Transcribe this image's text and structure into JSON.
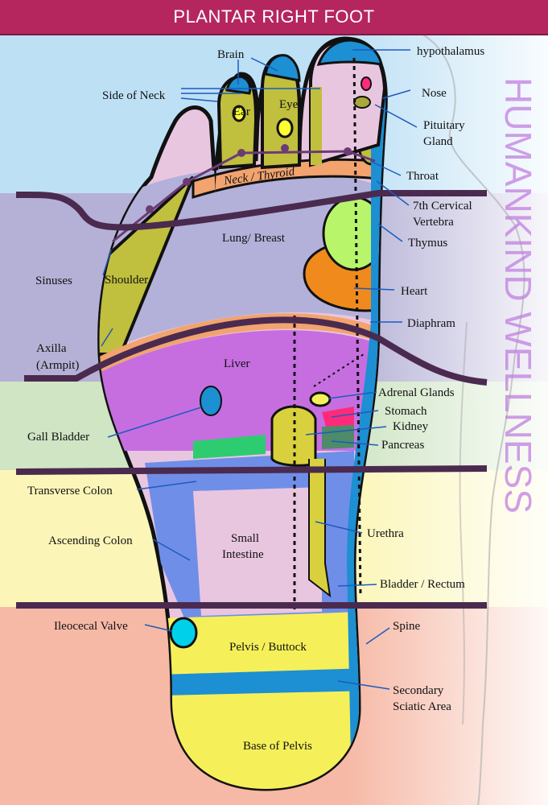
{
  "title": "PLANTAR RIGHT FOOT",
  "watermark": "HUMANKIND WELLNESS",
  "zones": {
    "head": "#bde0f5",
    "chest": "#b5b1d6",
    "waist": "#cfe5c4",
    "pelvis_upper": "#fbf6b8",
    "pelvis_lower": "#f6b9a6"
  },
  "labels": {
    "brain": "Brain",
    "hypothalamus": "hypothalamus",
    "side_of_neck": "Side of Neck",
    "nose": "Nose",
    "ear": "Ear",
    "eye": "Eye",
    "pituitary_line1": "Pituitary",
    "pituitary_line2": "Gland",
    "throat": "Throat",
    "neck_thyroid": "Neck / Thyroid",
    "cervical_line1": "7th Cervical",
    "cervical_line2": "Vertebra",
    "lung_breast": "Lung/ Breast",
    "thymus": "Thymus",
    "sinuses": "Sinuses",
    "shoulder": "Shoulder",
    "heart": "Heart",
    "diaphram": "Diaphram",
    "axilla_line1": "Axilla",
    "axilla_line2": "(Armpit)",
    "liver": "Liver",
    "adrenal_glands": "Adrenal Glands",
    "stomach": "Stomach",
    "kidney": "Kidney",
    "gall_bladder": "Gall Bladder",
    "pancreas": "Pancreas",
    "transverse_colon": "Transverse Colon",
    "ascending_colon": "Ascending Colon",
    "small_intestine_line1": "Small",
    "small_intestine_line2": "Intestine",
    "urethra": "Urethra",
    "bladder_rectum": "Bladder / Rectum",
    "ileocecal_valve": "Ileocecal Valve",
    "spine": "Spine",
    "pelvis_buttock": "Pelvis / Buttock",
    "sciatic_line1": "Secondary",
    "sciatic_line2": "Sciatic Area",
    "base_of_pelvis": "Base of Pelvis"
  }
}
